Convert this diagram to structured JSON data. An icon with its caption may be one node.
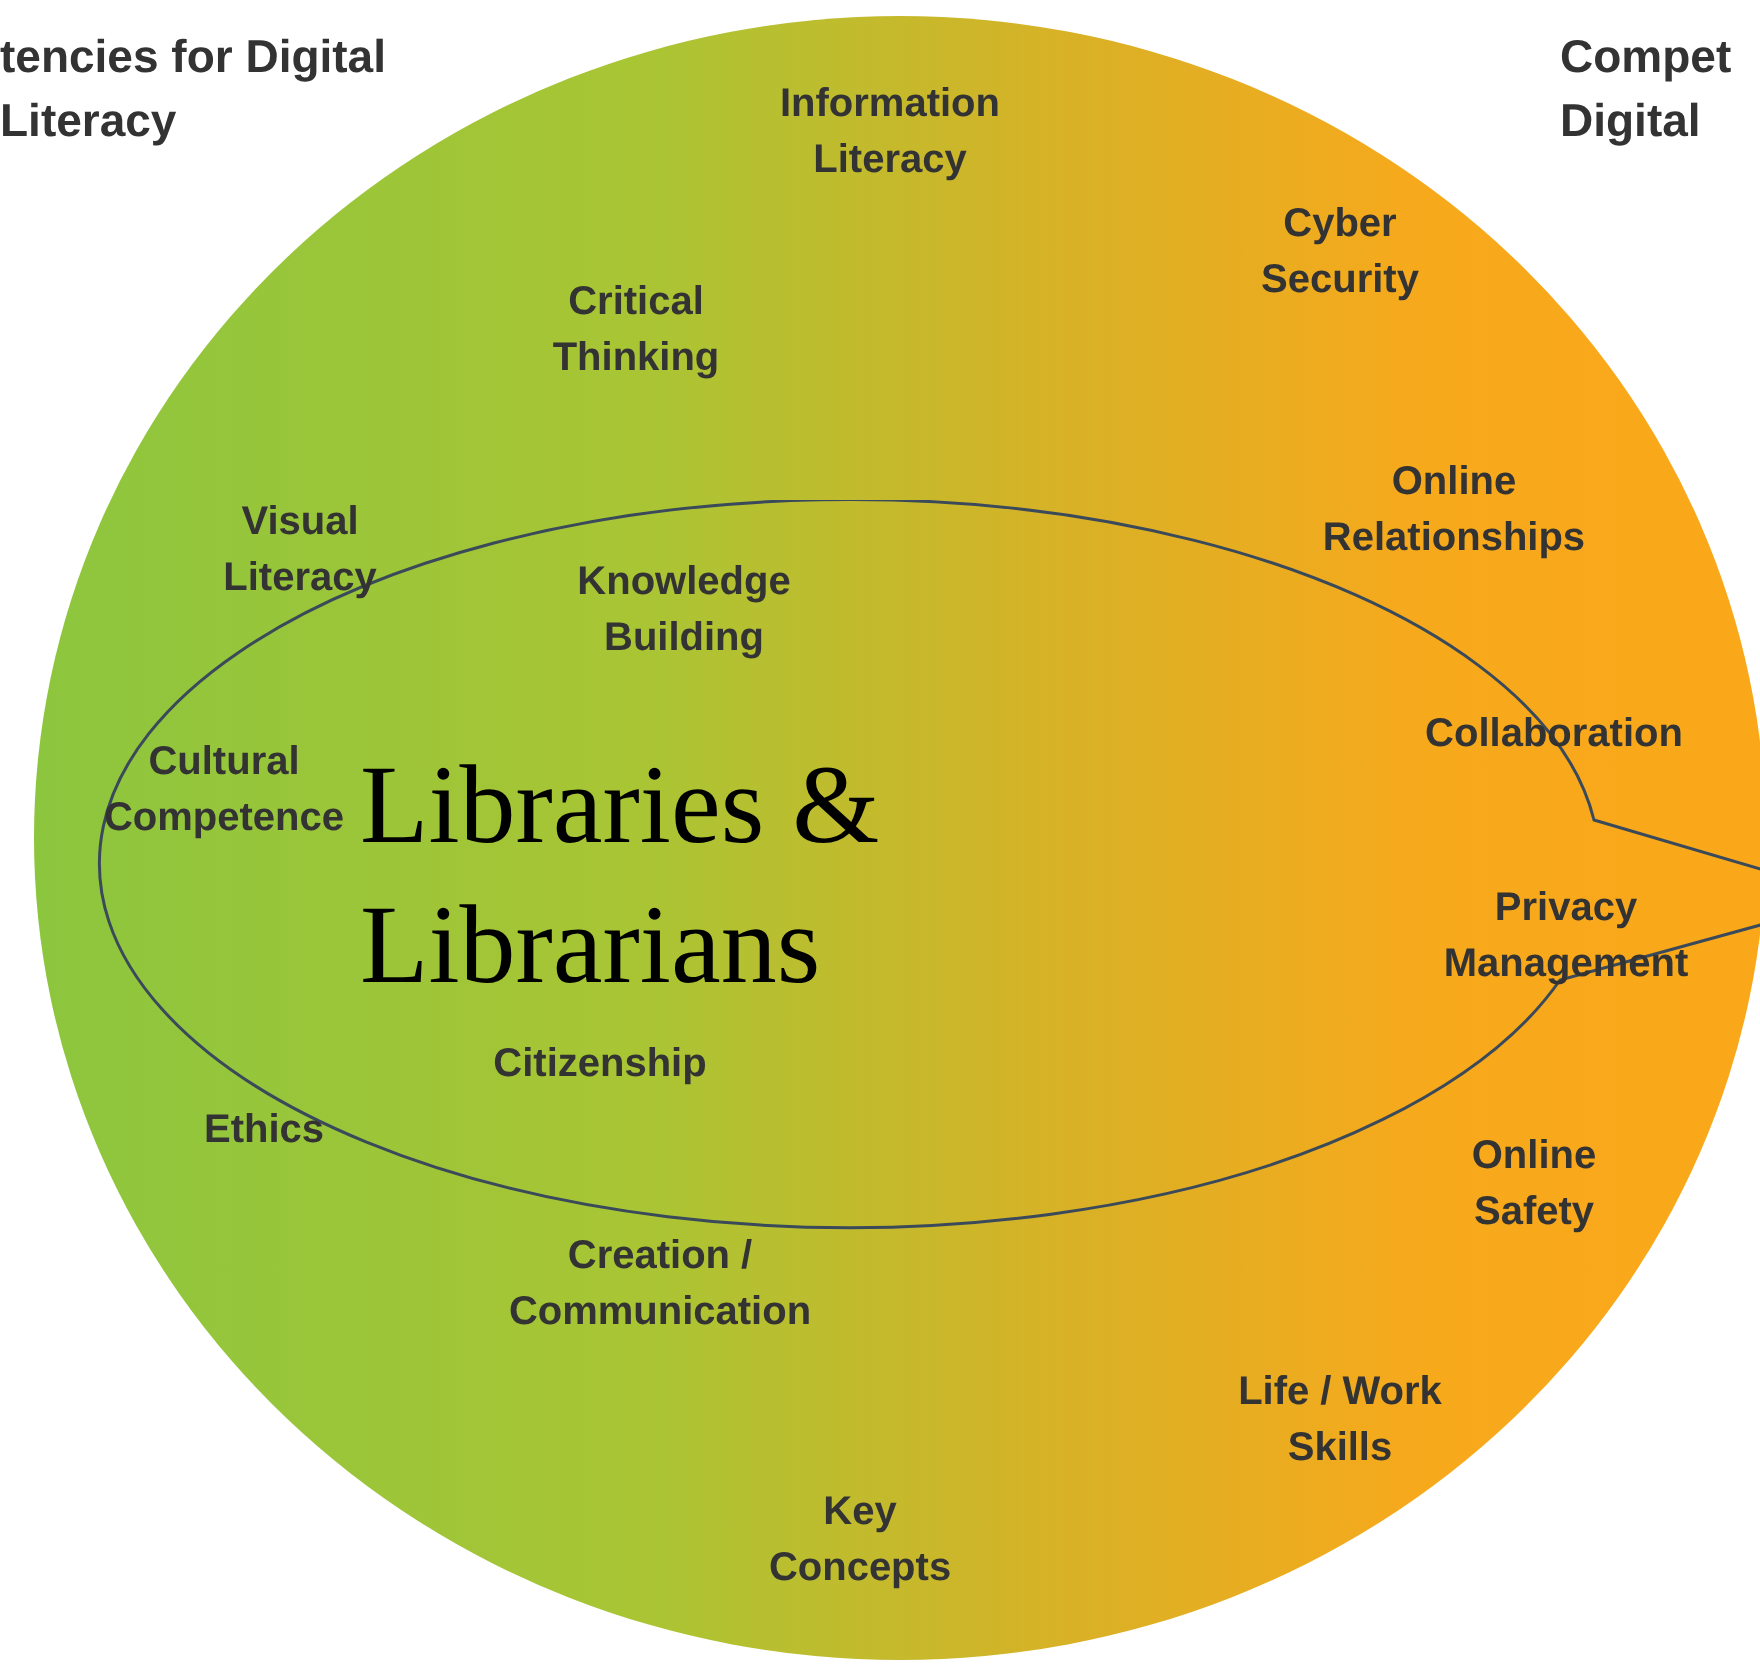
{
  "diagram": {
    "nodes": [
      {
        "text": [],
        "shape": "circle"
      },
      {
        "text": [
          "Libraries & Librarians"
        ],
        "in": 0
      }
    ],
    "labels": [
      "tencies for Digital Literacy",
      "Compet Digital",
      "Information Literacy",
      "Cyber Security",
      "Critical Thinking",
      "Online Relationships",
      "Visual Literacy",
      "Knowledge Building",
      "Collaboration",
      "Cultural Competence",
      "Citizenship",
      "Privacy Management",
      "Ethics",
      "Online Safety",
      "Creation / Communication",
      "Life / Work Skills",
      "Key Concepts"
    ]
  }
}
